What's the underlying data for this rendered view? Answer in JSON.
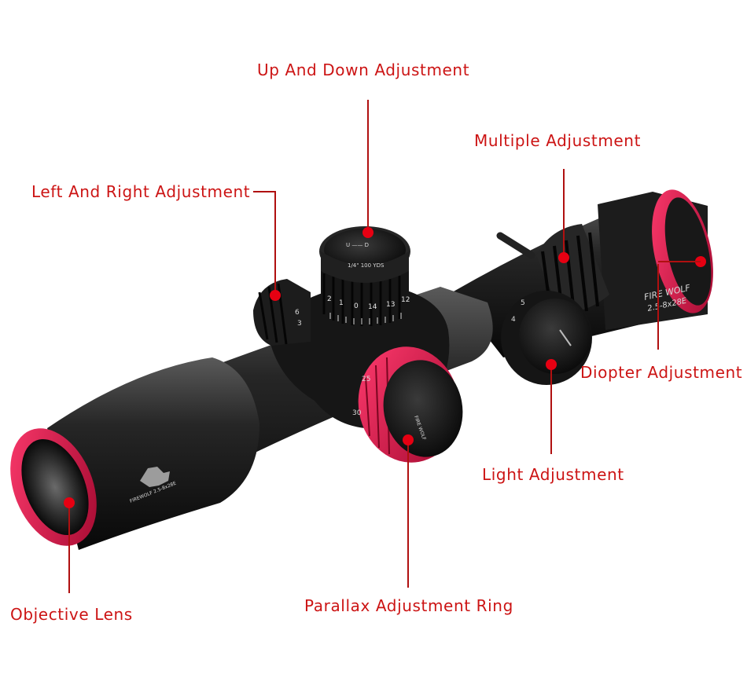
{
  "colors": {
    "label": "#cc1414",
    "line": "#b01010",
    "dot": "#e60012",
    "accent_ring": "#d41245",
    "body": "#1a1a1a",
    "marking": "#d8d8d8"
  },
  "callouts": {
    "up_down": "Up And Down Adjustment",
    "multiple": "Multiple Adjustment",
    "left_right": "Left And Right Adjustment",
    "diopter": "Diopter Adjustment",
    "light": "Light Adjustment",
    "parallax": "Parallax Adjustment Ring",
    "objective": "Objective Lens"
  },
  "scope_markings": {
    "brand": "FIRE WOLF",
    "model": "2.5-8x28E",
    "tube_model": "FIREWOLF 2.5-8x28E",
    "elevation_unit": "1/4\" 100 YDS",
    "elevation_arrow": "U —— D",
    "elevation_numbers": [
      "2",
      "1",
      "0",
      "14",
      "13",
      "12"
    ],
    "windage_numbers": [
      "3",
      "6"
    ],
    "parallax_numbers": [
      "25",
      "30"
    ],
    "illumination_numbers": [
      "4",
      "5"
    ],
    "parallax_cap_text": "FIRE WOLF"
  }
}
